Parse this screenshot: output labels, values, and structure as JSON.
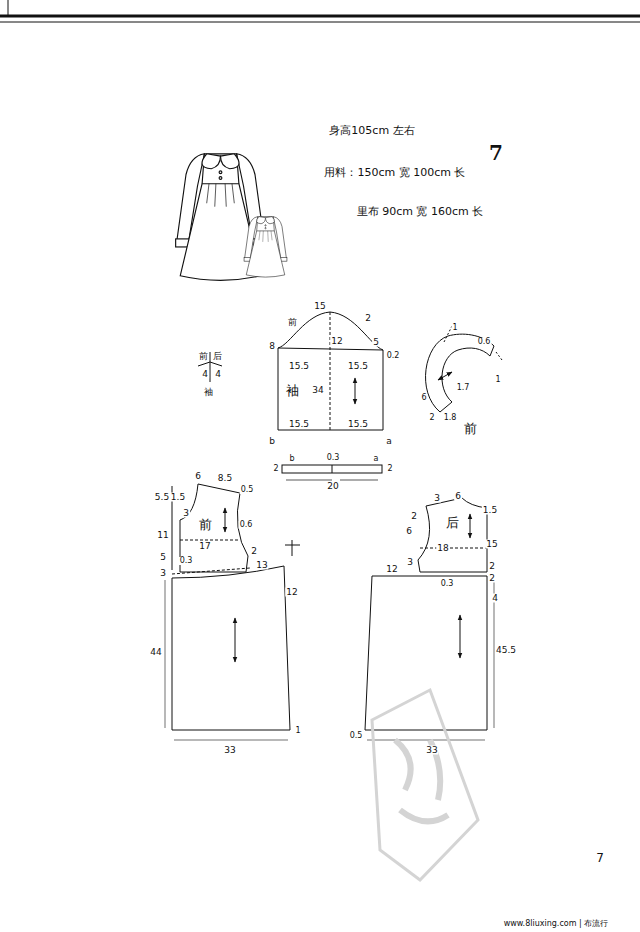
{
  "diagram": {
    "nodes": [
      {
        "text": [
          "袖"
        ]
      },
      {
        "text": [
          "前"
        ]
      },
      {
        "text": [
          "前"
        ]
      },
      {
        "text": [
          "后"
        ]
      }
    ],
    "labels": [
      "身高105cm 左右",
      "7",
      "用料：150cm 宽 100cm 长",
      "里布 90cm 宽 160cm 长",
      "前",
      "后",
      "4",
      "4",
      "袖",
      "15",
      "前",
      "2",
      "8",
      "12",
      "5",
      "0.2",
      "15.5",
      "15.5",
      "34",
      "15.5",
      "15.5",
      "b",
      "a",
      "b",
      "0.3",
      "a",
      "2",
      "2",
      "20",
      "1",
      "0.6",
      "1",
      "1.7",
      "6",
      "2",
      "1.8",
      "6",
      "8.5",
      "5.5",
      "1.5",
      "0.5",
      "3",
      "11",
      "0.6",
      "17",
      "2",
      "5",
      "0.3",
      "3",
      "13",
      "12",
      "44",
      "33",
      "1",
      "3",
      "6",
      "1.5",
      "2",
      "6",
      "15",
      "3",
      "18",
      "2",
      "12",
      "0.3",
      "2",
      "4",
      "45.5",
      "0.5",
      "33",
      "7",
      "www.8liuxing.com | 布流行"
    ]
  }
}
